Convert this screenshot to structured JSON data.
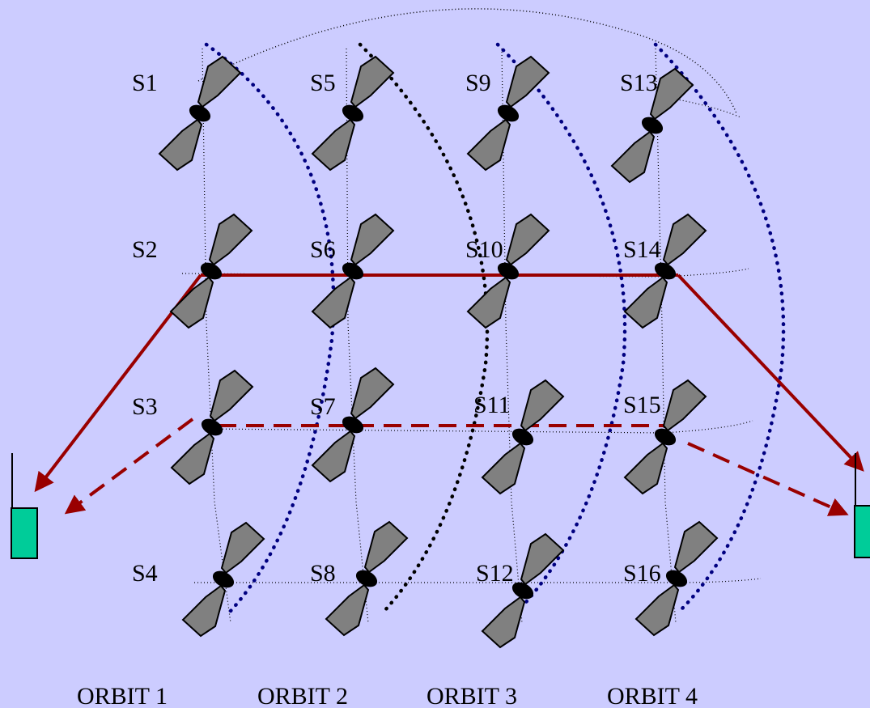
{
  "diagram": {
    "satellites": [
      {
        "id": "s1",
        "label": "S1"
      },
      {
        "id": "s2",
        "label": "S2"
      },
      {
        "id": "s3",
        "label": "S3"
      },
      {
        "id": "s4",
        "label": "S4"
      },
      {
        "id": "s5",
        "label": "S5"
      },
      {
        "id": "s6",
        "label": "S6"
      },
      {
        "id": "s7",
        "label": "S7"
      },
      {
        "id": "s8",
        "label": "S8"
      },
      {
        "id": "s9",
        "label": "S9"
      },
      {
        "id": "s10",
        "label": "S10"
      },
      {
        "id": "s11",
        "label": "S11"
      },
      {
        "id": "s12",
        "label": "S12"
      },
      {
        "id": "s13",
        "label": "S13"
      },
      {
        "id": "s14",
        "label": "S14"
      },
      {
        "id": "s15",
        "label": "S15"
      },
      {
        "id": "s16",
        "label": "S16"
      }
    ],
    "orbits": [
      {
        "id": "orbit-1",
        "label": "ORBIT 1"
      },
      {
        "id": "orbit-2",
        "label": "ORBIT 2"
      },
      {
        "id": "orbit-3",
        "label": "ORBIT 3"
      },
      {
        "id": "orbit-4",
        "label": "ORBIT 4"
      }
    ],
    "paths": [
      {
        "id": "primary",
        "style": "solid",
        "color": "#990000",
        "via": [
          "S2",
          "S6",
          "S10",
          "S14"
        ]
      },
      {
        "id": "backup",
        "style": "dashed",
        "color": "#990000",
        "via": [
          "S3",
          "S7",
          "S11",
          "S15"
        ]
      }
    ],
    "colors": {
      "background": "#ccccff",
      "satellite_panel": "#808080",
      "satellite_body": "#000000",
      "ground_station": "#00cc99",
      "orbit_dotted": "#000080",
      "link": "#990000"
    }
  }
}
